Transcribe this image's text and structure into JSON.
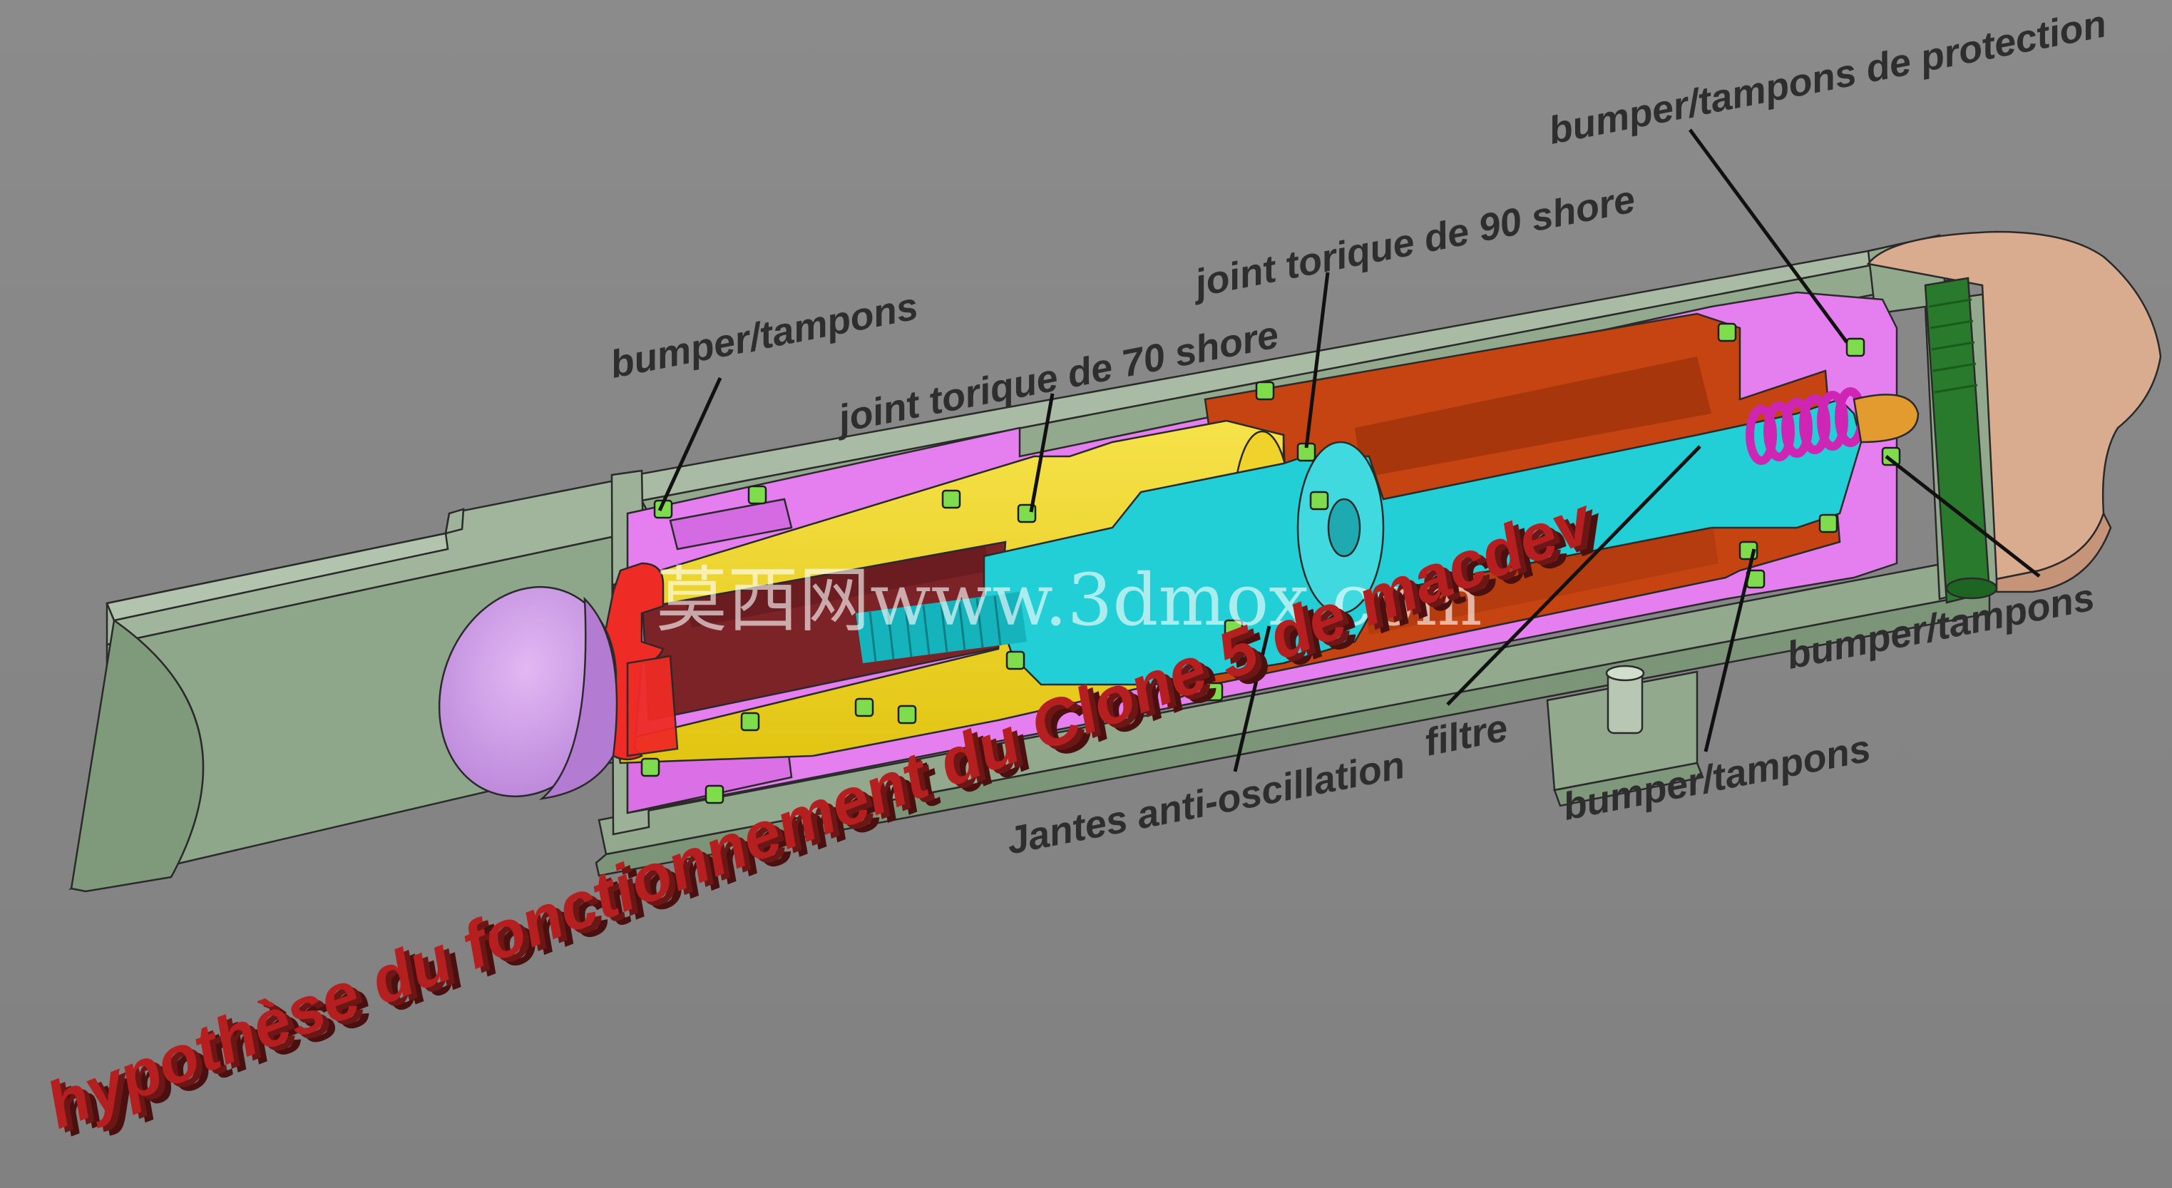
{
  "labels": {
    "bumper_top_left": "bumper/tampons",
    "joint_70": "joint torique de 70 shore",
    "joint_90": "joint torique de 90 shore",
    "bumper_protection": "bumper/tampons de protection",
    "bumper_right": "bumper/tampons",
    "filtre": "filtre",
    "bumper_bottom": "bumper/tampons",
    "jantes": "Jantes anti-oscillation"
  },
  "title": "hypothèse du fonctionnement du Clone 5 de macdev",
  "watermark": "莫西网www.3dmox.com",
  "colors": {
    "background": "#878787",
    "body_shell": "#93a98e",
    "body_shell_dark": "#6f8a6c",
    "magenta_housing": "#e57ff0",
    "yellow_piston": "#f2dc30",
    "cyan_bolt": "#22cfd6",
    "orange_sleeve": "#c54411",
    "dark_red_chamber": "#7b2326",
    "red_seal": "#ee2b25",
    "lavender_cup": "#cf98e9",
    "spring": "#cf25b4",
    "green_rod": "#2a7a2e",
    "tan_grip": "#d7a98d",
    "oring_green": "#7fdc4d",
    "title_red": "#b51f1f"
  }
}
